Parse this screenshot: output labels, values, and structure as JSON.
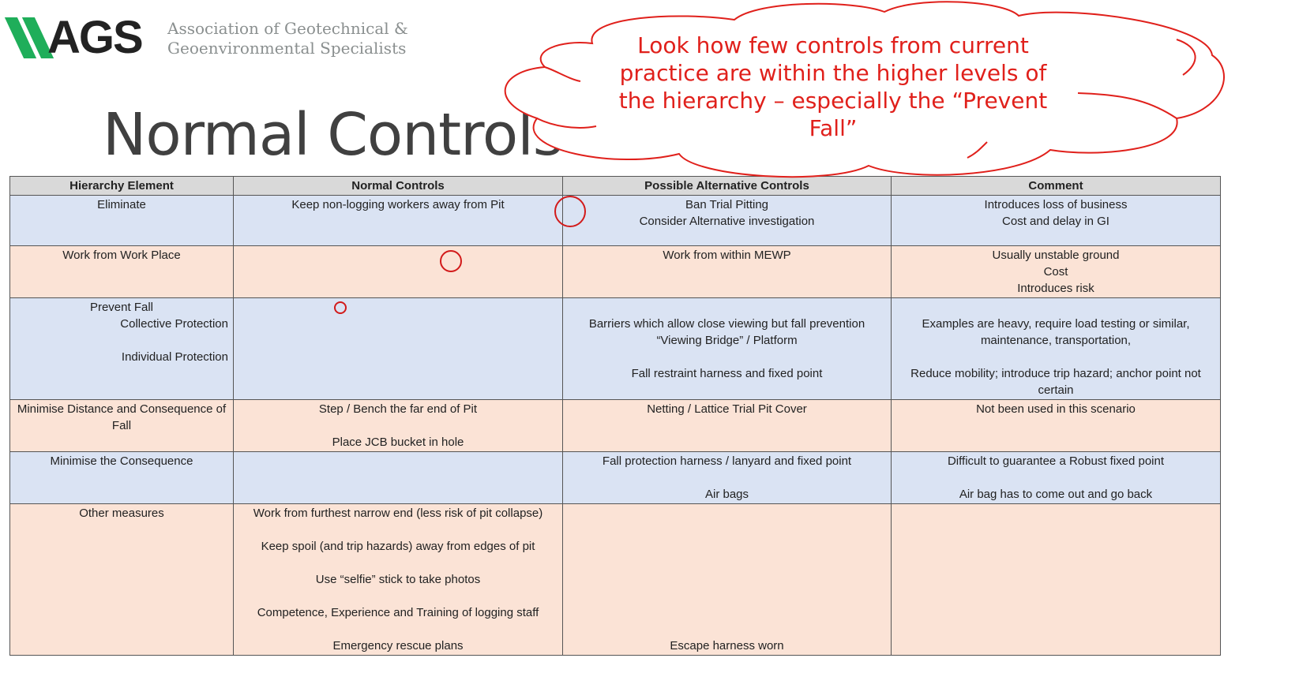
{
  "logo": {
    "mark": "AGS",
    "org_line1": "Association of Geotechnical &",
    "org_line2": "Geoenvironmental Specialists"
  },
  "title": "Normal Controls",
  "callout": "Look how few controls from current practice are within the higher levels of the hierarchy – especially the “Prevent Fall”",
  "table": {
    "headers": [
      "Hierarchy Element",
      "Normal Controls",
      "Possible Alternative Controls",
      "Comment"
    ],
    "rows": [
      {
        "style": "blue",
        "cells": [
          [
            "Eliminate"
          ],
          [
            "Keep non-logging workers away from Pit"
          ],
          [
            "Ban Trial Pitting",
            "Consider Alternative investigation"
          ],
          [
            "Introduces loss of business",
            "Cost and delay in GI"
          ]
        ]
      },
      {
        "style": "peach",
        "cells": [
          [
            "Work from Work Place"
          ],
          [],
          [
            "Work from within MEWP"
          ],
          [
            "Usually unstable ground",
            "Cost",
            "Introduces risk"
          ]
        ]
      },
      {
        "style": "blue",
        "cells": [
          [
            "Prevent Fall",
            ">Collective Protection",
            "",
            ">Individual Protection"
          ],
          [],
          [
            "",
            "Barriers which allow close viewing but fall prevention",
            "“Viewing Bridge” / Platform",
            "",
            "Fall restraint harness and fixed point"
          ],
          [
            "",
            "Examples are heavy, require load testing or similar,",
            "maintenance, transportation,",
            "",
            "Reduce mobility; introduce trip hazard; anchor point not certain"
          ]
        ]
      },
      {
        "style": "peach",
        "cells": [
          [
            "Minimise Distance and Consequence of Fall"
          ],
          [
            "Step / Bench the far end of Pit",
            "",
            "Place JCB bucket in hole"
          ],
          [
            "Netting / Lattice Trial Pit Cover"
          ],
          [
            "Not been used in this scenario"
          ]
        ]
      },
      {
        "style": "blue",
        "cells": [
          [
            "Minimise the Consequence"
          ],
          [],
          [
            "Fall protection harness / lanyard and fixed point",
            "",
            "Air bags"
          ],
          [
            "Difficult to guarantee a Robust fixed point",
            "",
            "Air bag has to come out and go back"
          ]
        ]
      },
      {
        "style": "peach",
        "cells": [
          [
            "Other measures"
          ],
          [
            "Work from furthest narrow end (less risk of pit collapse)",
            "",
            "Keep spoil (and trip hazards) away from edges of pit",
            "",
            "Use “selfie” stick to take photos",
            "",
            "Competence, Experience and Training of logging staff",
            "",
            "Emergency rescue plans"
          ],
          [
            "",
            "",
            "",
            "",
            "",
            "",
            "",
            "",
            "Escape harness worn"
          ],
          []
        ]
      }
    ]
  }
}
